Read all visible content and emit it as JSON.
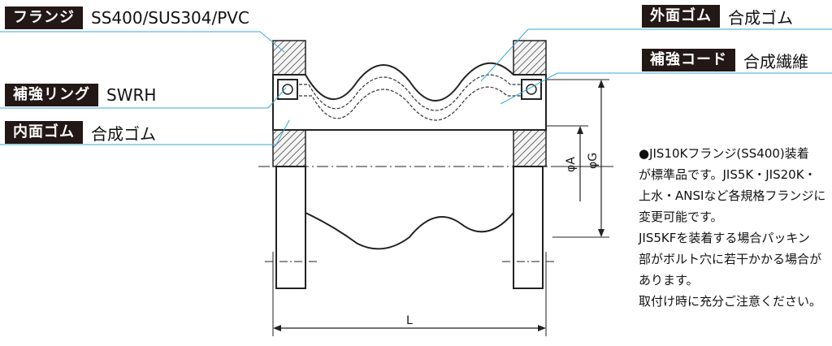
{
  "labels": {
    "flange": {
      "tag": "フランジ",
      "value": "SS400/SUS304/PVC"
    },
    "reinforcing_ring": {
      "tag": "補強リング",
      "value": "SWRH"
    },
    "inner_rubber": {
      "tag": "内面ゴム",
      "value": "合成ゴム"
    },
    "outer_rubber": {
      "tag": "外面ゴム",
      "value": "合成ゴム"
    },
    "reinforcing_cord": {
      "tag": "補強コード",
      "value": "合成繊維"
    }
  },
  "dimensions": {
    "phi_a": "φA",
    "phi_g": "φG",
    "length": "L"
  },
  "note": {
    "lines": [
      "●JIS10Kフランジ(SS400)装着",
      "が標準品です。JIS5K・JIS20K・",
      "上水・ANSIなど各規格フランジに",
      "変更可能です。",
      "JIS5KFを装着する場合パッキン",
      "部がボルト穴に若干かかる場合が",
      "あります。",
      "取付け時に充分ご注意ください。"
    ]
  },
  "colors": {
    "leader": "#3aa8d8",
    "tag_bg": "#231815",
    "hatch": "#333333"
  }
}
